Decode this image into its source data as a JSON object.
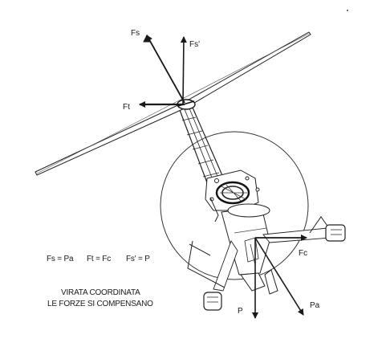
{
  "diagram": {
    "force_labels": {
      "fs": "Fs",
      "fs_prime": "Fs'",
      "ft": "Ft",
      "fc": "Fc",
      "p": "P",
      "pa": "Pa"
    },
    "equations": {
      "eq1": "Fs = Pa",
      "eq2": "Ft = Fc",
      "eq3": "Fs' = P"
    },
    "caption": {
      "line1": "VIRATA COORDINATA",
      "line2": "LE FORZE SI COMPENSANO"
    },
    "colors": {
      "ink": "#1a1a1a",
      "background": "#ffffff"
    }
  }
}
